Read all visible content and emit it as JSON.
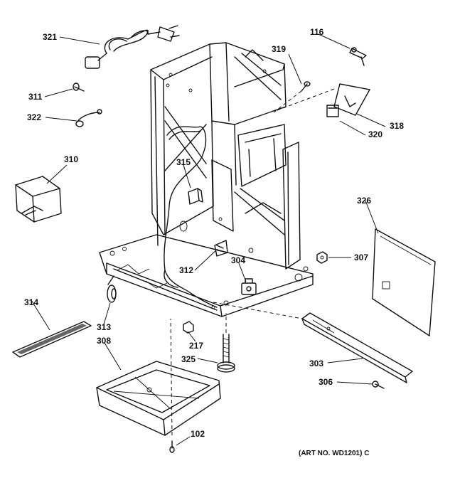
{
  "diagram": {
    "art_number": "(ART NO. WD1201) C",
    "callouts": {
      "c321": "321",
      "c116": "116",
      "c319": "319",
      "c311": "311",
      "c322": "322",
      "c310": "310",
      "c315": "315",
      "c318": "318",
      "c320": "320",
      "c326": "326",
      "c312": "312",
      "c304": "304",
      "c307": "307",
      "c314": "314",
      "c313": "313",
      "c217": "217",
      "c308": "308",
      "c325": "325",
      "c303": "303",
      "c306": "306",
      "c102": "102"
    }
  }
}
